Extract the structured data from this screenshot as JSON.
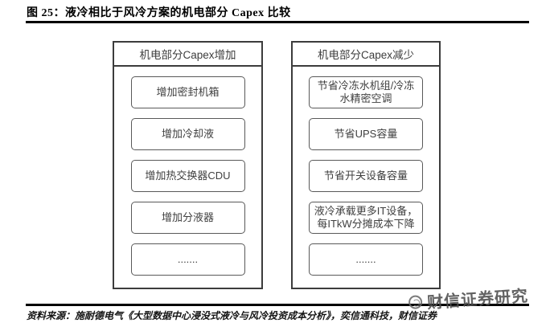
{
  "figure": {
    "title": "图 25：液冷相比于风冷方案的机电部分 Capex 比较",
    "source": "资料来源：施耐德电气《大型数据中心浸没式液冷与风冷投资成本分析》，奕信通科技，财信证券",
    "watermark": "财信证券研究"
  },
  "diagram": {
    "panels": [
      {
        "header": "机电部分Capex增加",
        "items": [
          "增加密封机箱",
          "增加冷却液",
          "增加热交换器CDU",
          "增加分液器",
          "......."
        ]
      },
      {
        "header": "机电部分Capex减少",
        "items": [
          "节省冷冻水机组/冷冻水精密空调",
          "节省UPS容量",
          "节省开关设备容量",
          "液冷承载更多IT设备，每ITkW分摊成本下降",
          "......."
        ]
      }
    ]
  },
  "colors": {
    "rule": "#000000",
    "panel_border": "#3c3c3c",
    "item_border": "#595959",
    "item_text": "#404040",
    "watermark": "#4d4d4d"
  }
}
